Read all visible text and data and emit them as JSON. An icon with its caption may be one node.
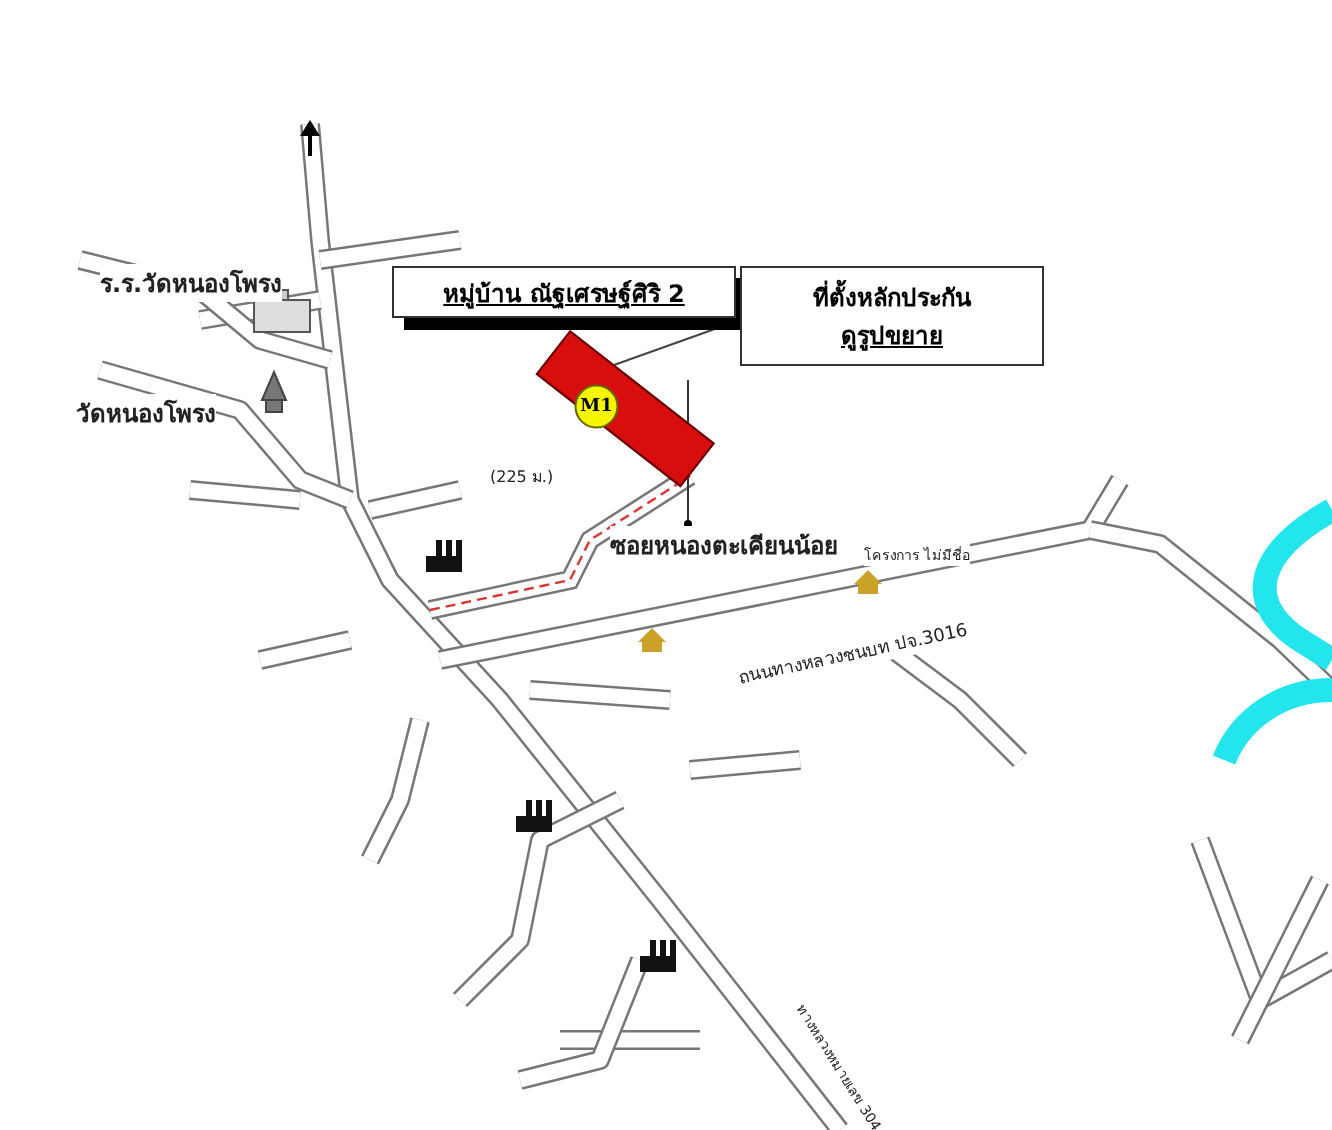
{
  "diagram": {
    "nodes": [
      {
        "text": [
          "หมู่บ้าน ณัฐเศรษฐ์ศิริ 2"
        ]
      },
      {
        "text": [
          "ที่ตั้งหลักประกัน",
          "ดูรูปขยาย"
        ]
      },
      {
        "text": [],
        "shape": "bar"
      },
      {
        "text": [
          "M1"
        ],
        "in": 2
      }
    ],
    "edges": [
      {
        "from": 1,
        "to": 2,
        "arrow": "none"
      }
    ],
    "labels": [
      "ร.ร.วัดหนองโพรง",
      "วัดหนองโพรง",
      "(225 ม.)",
      "ซอยหนองตะเคียนน้อย",
      "โครงการ ไม่มีชื่อ",
      "ถนนทางหลวงชนบท ปจ.3016",
      "ทางหลวงหมายเลข 304"
    ]
  }
}
